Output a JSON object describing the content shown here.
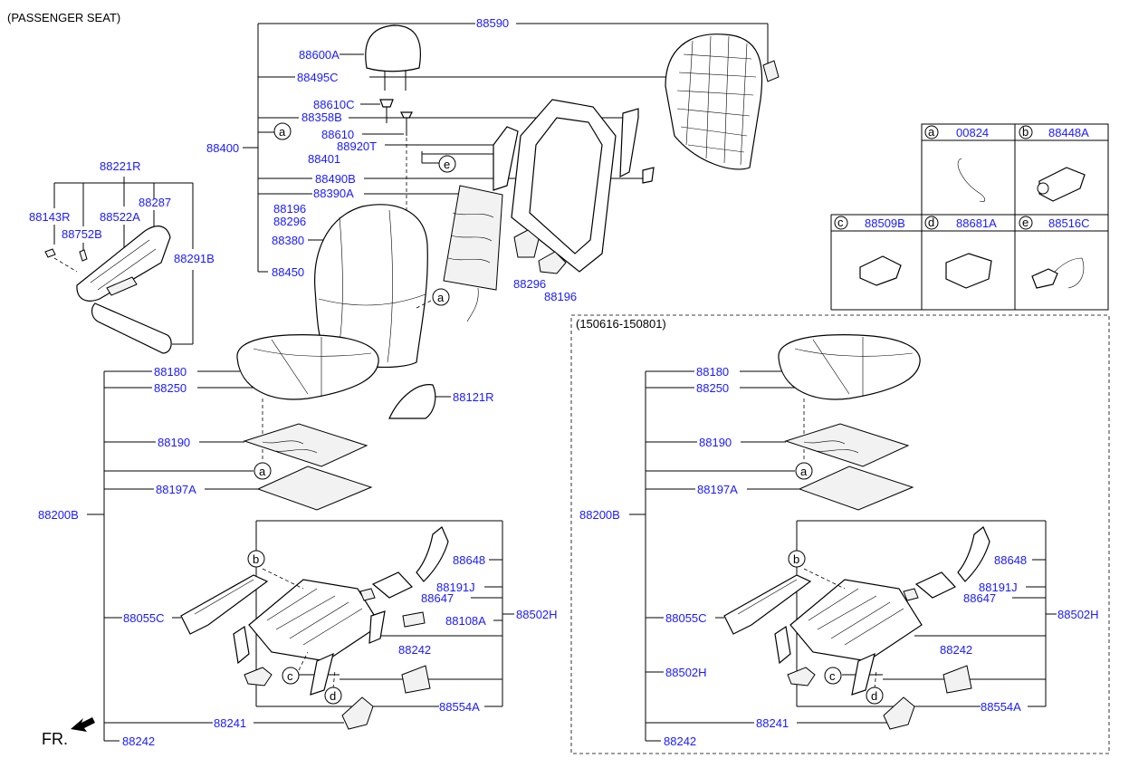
{
  "header": {
    "title": "(PASSENGER SEAT)"
  },
  "variant": {
    "label": "(150616-150801)"
  },
  "footer": {
    "front_label": "FR."
  },
  "colors": {
    "part_number": "#1a1aff",
    "line": "#000000"
  },
  "callouts": {
    "a": "a",
    "b": "b",
    "c": "c",
    "d": "d",
    "e": "e"
  },
  "legend": {
    "cells": [
      {
        "letter": "a",
        "part": "00824"
      },
      {
        "letter": "b",
        "part": "88448A"
      },
      {
        "letter": "c",
        "part": "88509B"
      },
      {
        "letter": "d",
        "part": "88681A"
      },
      {
        "letter": "e",
        "part": "88516C"
      }
    ]
  },
  "back": {
    "p88590": "88590",
    "p88600A": "88600A",
    "p88495C": "88495C",
    "p88610C": "88610C",
    "p88358B": "88358B",
    "p88610": "88610",
    "p88400": "88400",
    "p88920T": "88920T",
    "p88401": "88401",
    "p88490B": "88490B",
    "p88390A": "88390A",
    "p88196": "88196",
    "p88296": "88296",
    "p88380": "88380",
    "p88450": "88450",
    "p88296b": "88296",
    "p88196b": "88196"
  },
  "side": {
    "p88221R": "88221R",
    "p88143R": "88143R",
    "p88522A": "88522A",
    "p88287": "88287",
    "p88752B": "88752B",
    "p88291B": "88291B"
  },
  "cushion": {
    "p88180": "88180",
    "p88250": "88250",
    "p88121R": "88121R",
    "p88190": "88190",
    "p88197A": "88197A",
    "p88200B": "88200B",
    "p88648": "88648",
    "p88191J": "88191J",
    "p88647": "88647",
    "p88055C": "88055C",
    "p88108A": "88108A",
    "p88502H": "88502H",
    "p88242": "88242",
    "p88554A": "88554A",
    "p88241": "88241",
    "p88242b": "88242"
  },
  "cushion_alt": {
    "p88180": "88180",
    "p88250": "88250",
    "p88190": "88190",
    "p88197A": "88197A",
    "p88200B": "88200B",
    "p88648": "88648",
    "p88191J": "88191J",
    "p88647": "88647",
    "p88055C": "88055C",
    "p88502H": "88502H",
    "p88502Hb": "88502H",
    "p88242": "88242",
    "p88554A": "88554A",
    "p88241": "88241",
    "p88242b": "88242"
  }
}
